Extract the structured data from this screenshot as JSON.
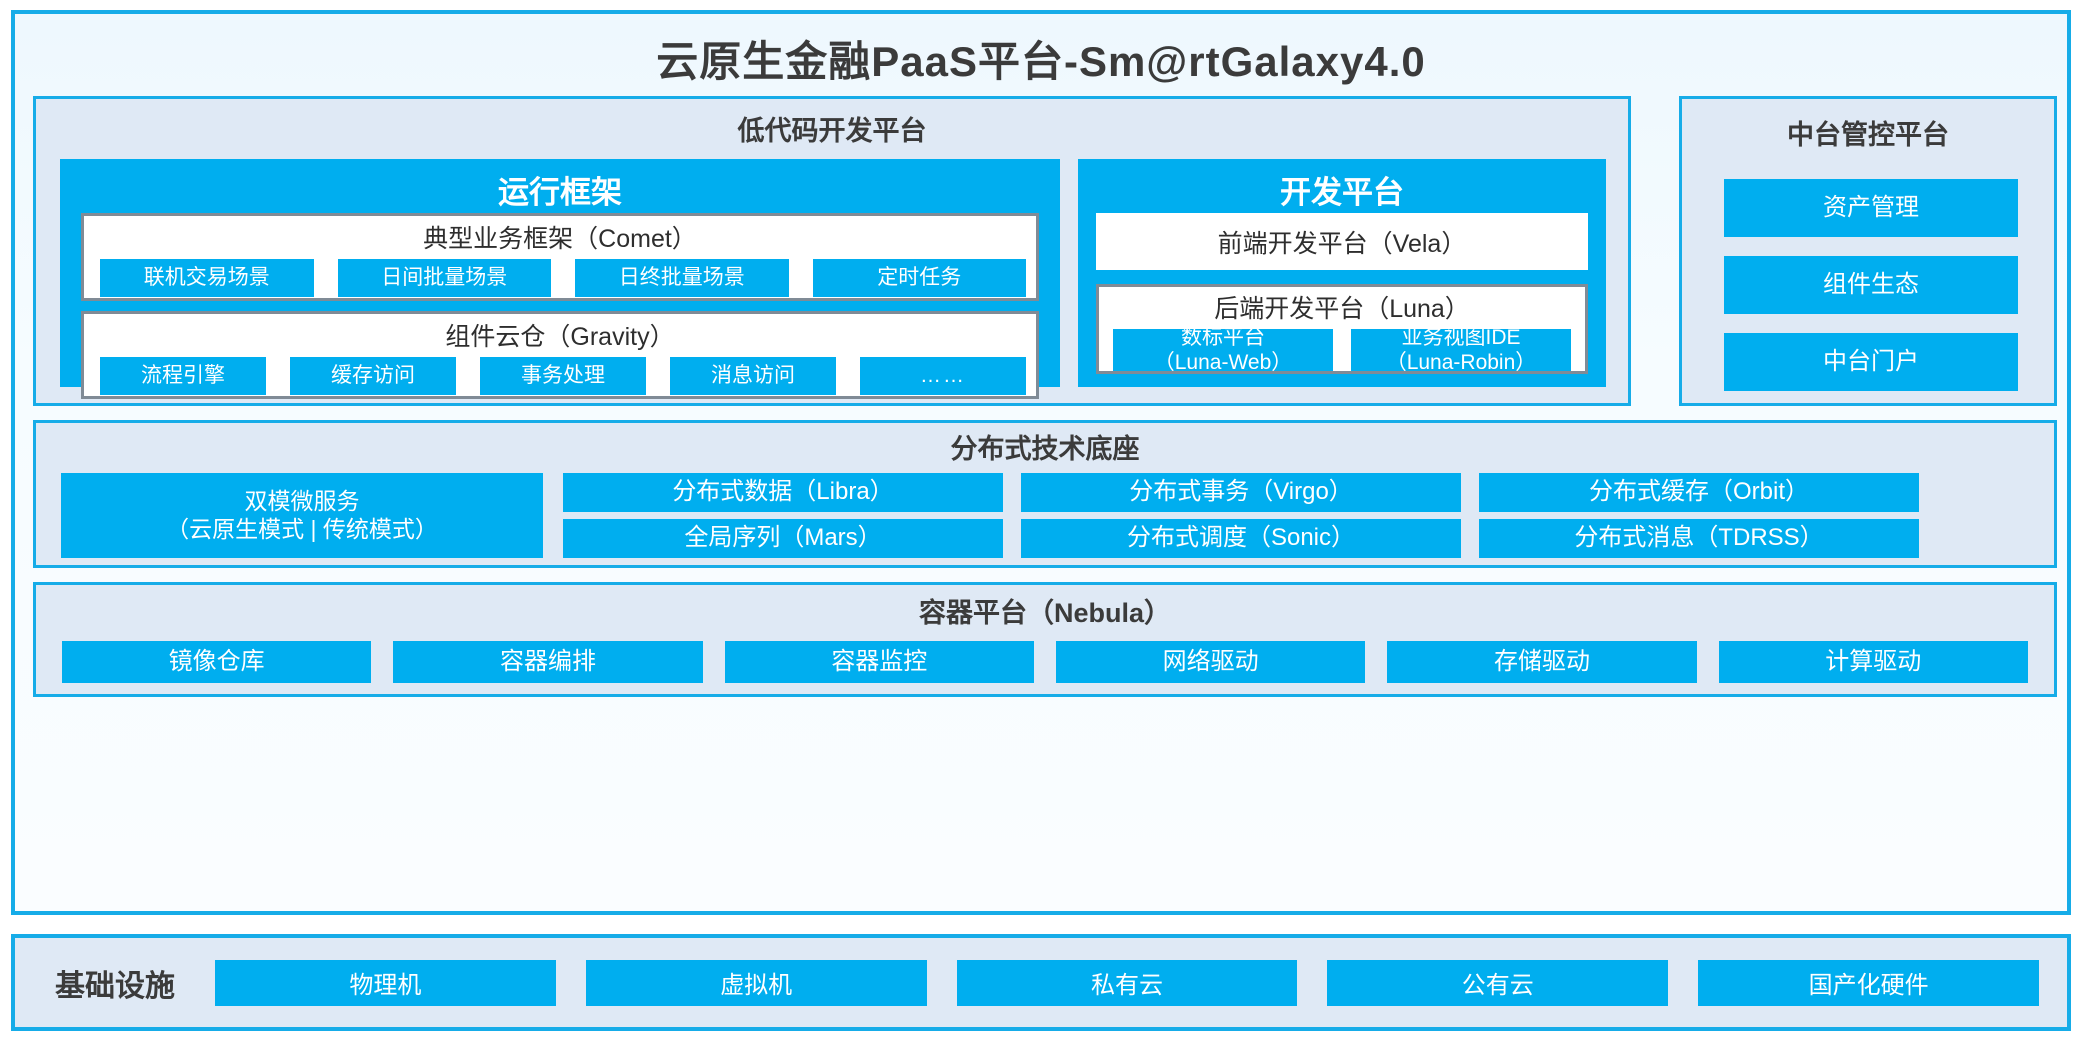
{
  "platform": {
    "title": "云原生金融PaaS平台-Sm@rtGalaxy4.0",
    "accent_color": "#00AEEF",
    "border_color": "#16ACE8",
    "panel_bg": "#DFE9F5"
  },
  "lowcode": {
    "title": "低代码开发平台",
    "runtime": {
      "title": "运行框架",
      "comet": {
        "title": "典型业务框架（Comet）",
        "items": [
          "联机交易场景",
          "日间批量场景",
          "日终批量场景",
          "定时任务"
        ]
      },
      "gravity": {
        "title": "组件云仓（Gravity）",
        "items": [
          "流程引擎",
          "缓存访问",
          "事务处理",
          "消息访问",
          "……"
        ]
      }
    },
    "devplatform": {
      "title": "开发平台",
      "frontend": "前端开发平台（Vela）",
      "backend": {
        "title": "后端开发平台（Luna）",
        "items": [
          {
            "line1": "数标平台",
            "line2": "（Luna-Web）"
          },
          {
            "line1": "业务视图IDE",
            "line2": "（Luna-Robin）"
          }
        ]
      }
    }
  },
  "midplatform": {
    "title": "中台管控平台",
    "items": [
      "资产管理",
      "组件生态",
      "中台门户"
    ]
  },
  "techbase": {
    "title": "分布式技术底座",
    "microservice": {
      "line1": "双模微服务",
      "line2": "（云原生模式 | 传统模式）"
    },
    "columns": [
      [
        "分布式数据（Libra）",
        "全局序列（Mars）"
      ],
      [
        "分布式事务（Virgo）",
        "分布式调度（Sonic）"
      ],
      [
        "分布式缓存（Orbit）",
        "分布式消息（TDRSS）"
      ]
    ]
  },
  "container": {
    "title": "容器平台（Nebula）",
    "items": [
      "镜像仓库",
      "容器编排",
      "容器监控",
      "网络驱动",
      "存储驱动",
      "计算驱动"
    ]
  },
  "infrastructure": {
    "label": "基础设施",
    "items": [
      "物理机",
      "虚拟机",
      "私有云",
      "公有云",
      "国产化硬件"
    ]
  }
}
